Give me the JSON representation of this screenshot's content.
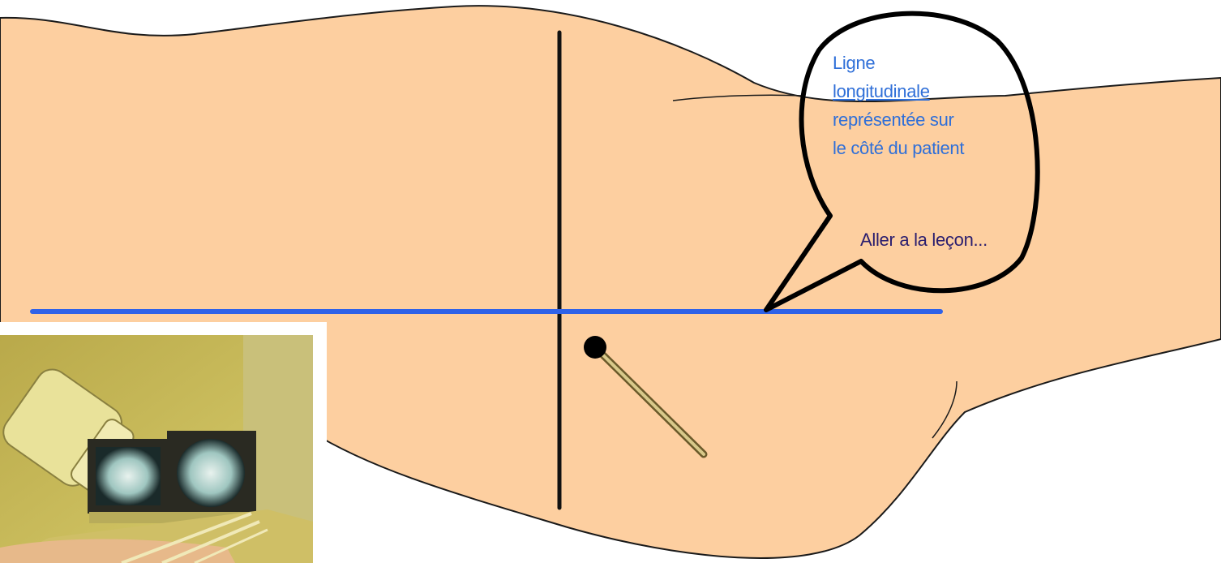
{
  "bubble": {
    "lines": [
      "Ligne",
      "longitudinale",
      "représentée sur",
      "le côté du patient"
    ],
    "link_label": "Aller a la leçon..."
  },
  "colors": {
    "skin": "#fdcfa0",
    "outline": "#1a1a1a",
    "longitudinal_line": "#2f62e8",
    "bubble_text": "#2f6fd8",
    "link_text": "#2a1d6e",
    "photo_bg": "#c6bb47"
  },
  "icons": {
    "photo": "c-arm-fluoroscopy-photo",
    "guide_pin": "k-wire-pin"
  }
}
